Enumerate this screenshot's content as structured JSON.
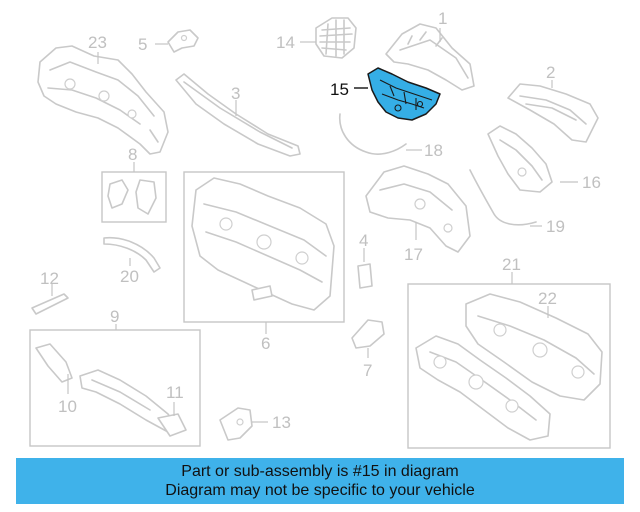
{
  "diagram": {
    "highlighted_callout": "15",
    "highlight_color": "#35aee6",
    "callouts": {
      "c1": "1",
      "c2": "2",
      "c3": "3",
      "c4": "4",
      "c5": "5",
      "c6": "6",
      "c7": "7",
      "c8": "8",
      "c9": "9",
      "c10": "10",
      "c11": "11",
      "c12": "12",
      "c13": "13",
      "c14": "14",
      "c15": "15",
      "c16": "16",
      "c17": "17",
      "c18": "18",
      "c19": "19",
      "c20": "20",
      "c21": "21",
      "c22": "22",
      "c23": "23"
    }
  },
  "banner": {
    "line1": "Part or sub-assembly is #15 in diagram",
    "line2": "Diagram may not be specific to your vehicle",
    "background": "#3fb2ea"
  }
}
